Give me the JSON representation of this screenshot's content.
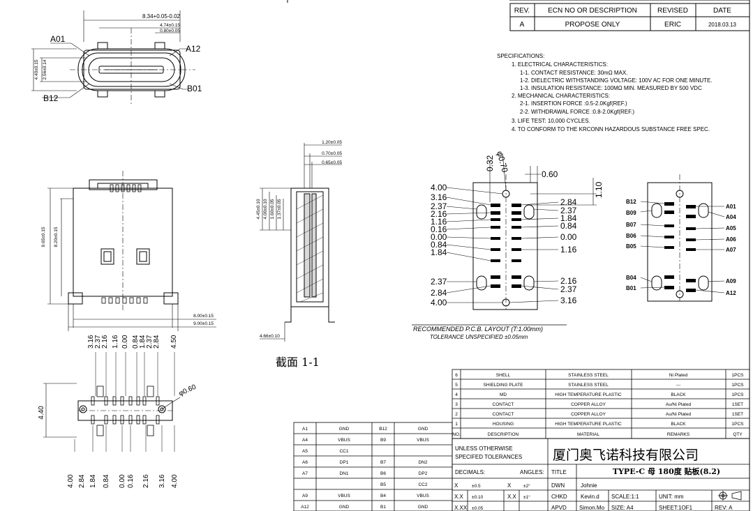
{
  "revision_block": {
    "headers": [
      "REV.",
      "ECN NO OR DESCRIPTION",
      "REVISED",
      "DATE"
    ],
    "row": [
      "A",
      "PROPOSE ONLY",
      "ERIC",
      "2018.03.13"
    ]
  },
  "specifications": [
    "SPECIFICATIONS:",
    "1. ELECTRICAL CHARACTERISTICS:",
    "1-1. CONTACT RESISTANCE: 30mΩ MAX.",
    "1-2. DIELECTRIC WITHSTANDING VOLTAGE: 100V AC FOR ONE MINUTE.",
    "1-3. INSULATION RESISTANCE: 100MΩ MIN. MEASURED BY 500 VDC",
    "2. MECHANICAL CHARACTERISTICS:",
    "2-1. INSERTION FORCE :0.5-2.0Kgf(REF.)",
    "2-2. WITHDRAWAL FORCE :0.8-2.0Kgf(REF.)",
    "3. LIFE TEST: 10,000 CYCLES.",
    "4. TO CONFORM TO THE KRCONN HAZARDOUS SUBSTANCE FREE SPEC."
  ],
  "top_view": {
    "pins": [
      "A01",
      "A12",
      "B12",
      "B01"
    ],
    "dims": [
      "8.34+0.05-0.02",
      "4.74±0.15",
      "0.80±0.05",
      "4.40±0.15",
      "2.56±0.14"
    ]
  },
  "front_view": {
    "dims": [
      "9.65±0.15",
      "8.20±0.15",
      "8.00±0.15",
      "9.00±0.15"
    ]
  },
  "section_view": {
    "dims": [
      "1.20±0.05",
      "0.70±0.05",
      "0.65±0.05",
      "4.45±0.10",
      "4.00±0.10",
      "1.60±0.05",
      "1.37±0.05",
      "4.66±0.10"
    ],
    "caption": "截面 1-1"
  },
  "bottom_view": {
    "top_dims": [
      "3.16",
      "2.37",
      "2.16",
      "1.16",
      "0.00",
      "0.84",
      "1.84",
      "2.37",
      "2.84",
      "4.50"
    ],
    "bottom_dims": [
      "4.00",
      "2.84",
      "1.84",
      "0.84",
      "0.00",
      "0.16",
      "2.16",
      "3.16",
      "4.00"
    ],
    "side_dim": "4.40",
    "hole_dim": "φ0.60"
  },
  "pcb_layout": {
    "left_dims": [
      "4.00",
      "3.16",
      "2.37",
      "2.16",
      "1.16",
      "0.16",
      "0.00",
      "0.84",
      "1.84",
      "2.37",
      "2.84",
      "4.00"
    ],
    "right_dims": [
      "2.84",
      "2.37",
      "1.84",
      "0.84",
      "0.00",
      "1.16",
      "2.16",
      "2.37",
      "3.16"
    ],
    "top_dims": [
      "0.32",
      "φ0.70",
      "0.60",
      "1.10"
    ],
    "caption": "RECOMMENDED P.C.B. LAYOUT (T:1.00mm)",
    "tolerance": "TOLERANCE UNSPECIFIED ±0.05mm"
  },
  "pin_map_labels": {
    "left": [
      "B12",
      "B09",
      "B07",
      "B06",
      "B05",
      "B04",
      "B01"
    ],
    "right": [
      "A01",
      "A04",
      "A05",
      "A06",
      "A07",
      "A09",
      "A12"
    ]
  },
  "bom": {
    "rows": [
      [
        "6",
        "SHELL",
        "STAINLESS STEEL",
        "Ni Plated",
        "1PCS"
      ],
      [
        "5",
        "SHIELDING PLATE",
        "STAINLESS STEEL",
        "---",
        "1PCS"
      ],
      [
        "4",
        "MD",
        "HIGH TEMPERATURE PLASTIC",
        "BLACK",
        "1PCS"
      ],
      [
        "3",
        "CONTACT",
        "COPPER ALLOY",
        "Au/Ni Plated",
        "1SET"
      ],
      [
        "2",
        "CONTACT",
        "COPPER ALLOY",
        "Au/Ni Plated",
        "1SET"
      ],
      [
        "1",
        "HOUSING",
        "HIGH TEMPERATURE PLASTIC",
        "BLACK",
        "1PCS"
      ]
    ],
    "header": [
      "NO.",
      "DESCRIPTION",
      "MATERIAL",
      "REMARKS",
      "QTY"
    ]
  },
  "pinout": {
    "rows": [
      [
        "A1",
        "GND",
        "B12",
        "GND"
      ],
      [
        "A4",
        "VBUS",
        "B9",
        "VBUS"
      ],
      [
        "A5",
        "CC1",
        "",
        ""
      ],
      [
        "A6",
        "DP1",
        "B7",
        "DN2"
      ],
      [
        "A7",
        "DN1",
        "B6",
        "DP2"
      ],
      [
        "",
        "",
        "B5",
        "CC2"
      ],
      [
        "A9",
        "VBUS",
        "B4",
        "VBUS"
      ],
      [
        "A12",
        "GND",
        "B1",
        "GND"
      ]
    ]
  },
  "title_block": {
    "note": [
      "UNLESS OTHERWISE",
      "SPECIFED TOLERANCES"
    ],
    "company": "厦门奥飞诺科技有限公司",
    "decimals_label": "DECIMALS:",
    "angles_label": "ANGLES:",
    "title_label": "TITLE",
    "title": "TYPE-C 母 180度 贴板(8.2)",
    "tol_rows": [
      [
        "X",
        "±0.5",
        "X",
        "±2°",
        "DWN",
        "Johnie"
      ],
      [
        "X.X",
        "±0.10",
        "X.X",
        "±1°",
        "CHKD",
        "Kevin.d"
      ],
      [
        "X.XX",
        "±0.05",
        "",
        "",
        "APVD",
        "Simon.Mo"
      ]
    ],
    "scale": "SCALE:1:1",
    "unit": "UNIT: mm",
    "size": "SIZE: A4",
    "sheet": "SHEET:1OF1",
    "rev": "REV: A"
  }
}
